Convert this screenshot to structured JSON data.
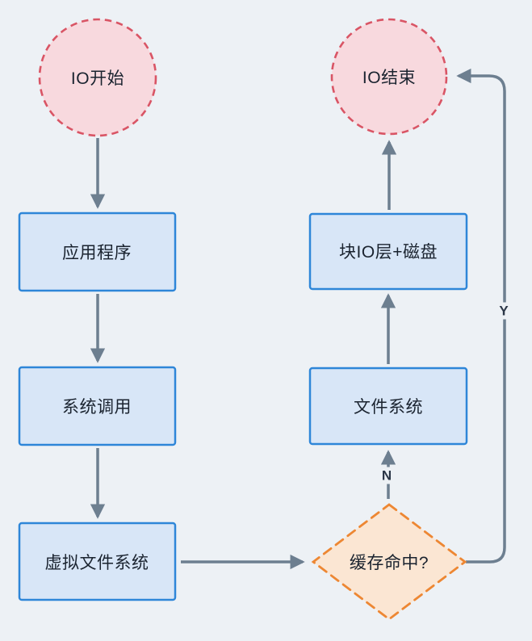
{
  "diagram": {
    "type": "flowchart",
    "nodes": {
      "start": {
        "label": "IO开始",
        "shape": "circle-dashed"
      },
      "app": {
        "label": "应用程序",
        "shape": "rect"
      },
      "syscall": {
        "label": "系统调用",
        "shape": "rect"
      },
      "vfs": {
        "label": "虚拟文件系统",
        "shape": "rect"
      },
      "cache": {
        "label": "缓存命中?",
        "shape": "diamond-dashed"
      },
      "fs": {
        "label": "文件系统",
        "shape": "rect"
      },
      "blockio": {
        "label": "块IO层+磁盘",
        "shape": "rect"
      },
      "end": {
        "label": "IO结束",
        "shape": "circle-dashed"
      }
    },
    "edges": [
      {
        "from": "start",
        "to": "app",
        "label": ""
      },
      {
        "from": "app",
        "to": "syscall",
        "label": ""
      },
      {
        "from": "syscall",
        "to": "vfs",
        "label": ""
      },
      {
        "from": "vfs",
        "to": "cache",
        "label": ""
      },
      {
        "from": "cache",
        "to": "fs",
        "label": "N"
      },
      {
        "from": "fs",
        "to": "blockio",
        "label": ""
      },
      {
        "from": "blockio",
        "to": "end",
        "label": ""
      },
      {
        "from": "cache",
        "to": "end",
        "label": "Y"
      }
    ],
    "edge_labels": {
      "no": "N",
      "yes": "Y"
    },
    "colors": {
      "background": "#edf1f5",
      "process_fill": "#d8e6f7",
      "process_border": "#2e86d8",
      "terminal_fill": "#f8d9de",
      "terminal_border": "#d95565",
      "decision_fill": "#fbe6d3",
      "decision_border": "#ed8733",
      "arrow": "#6d7f90",
      "text": "#1a232f",
      "edge_label_text": "#2b3647"
    }
  }
}
